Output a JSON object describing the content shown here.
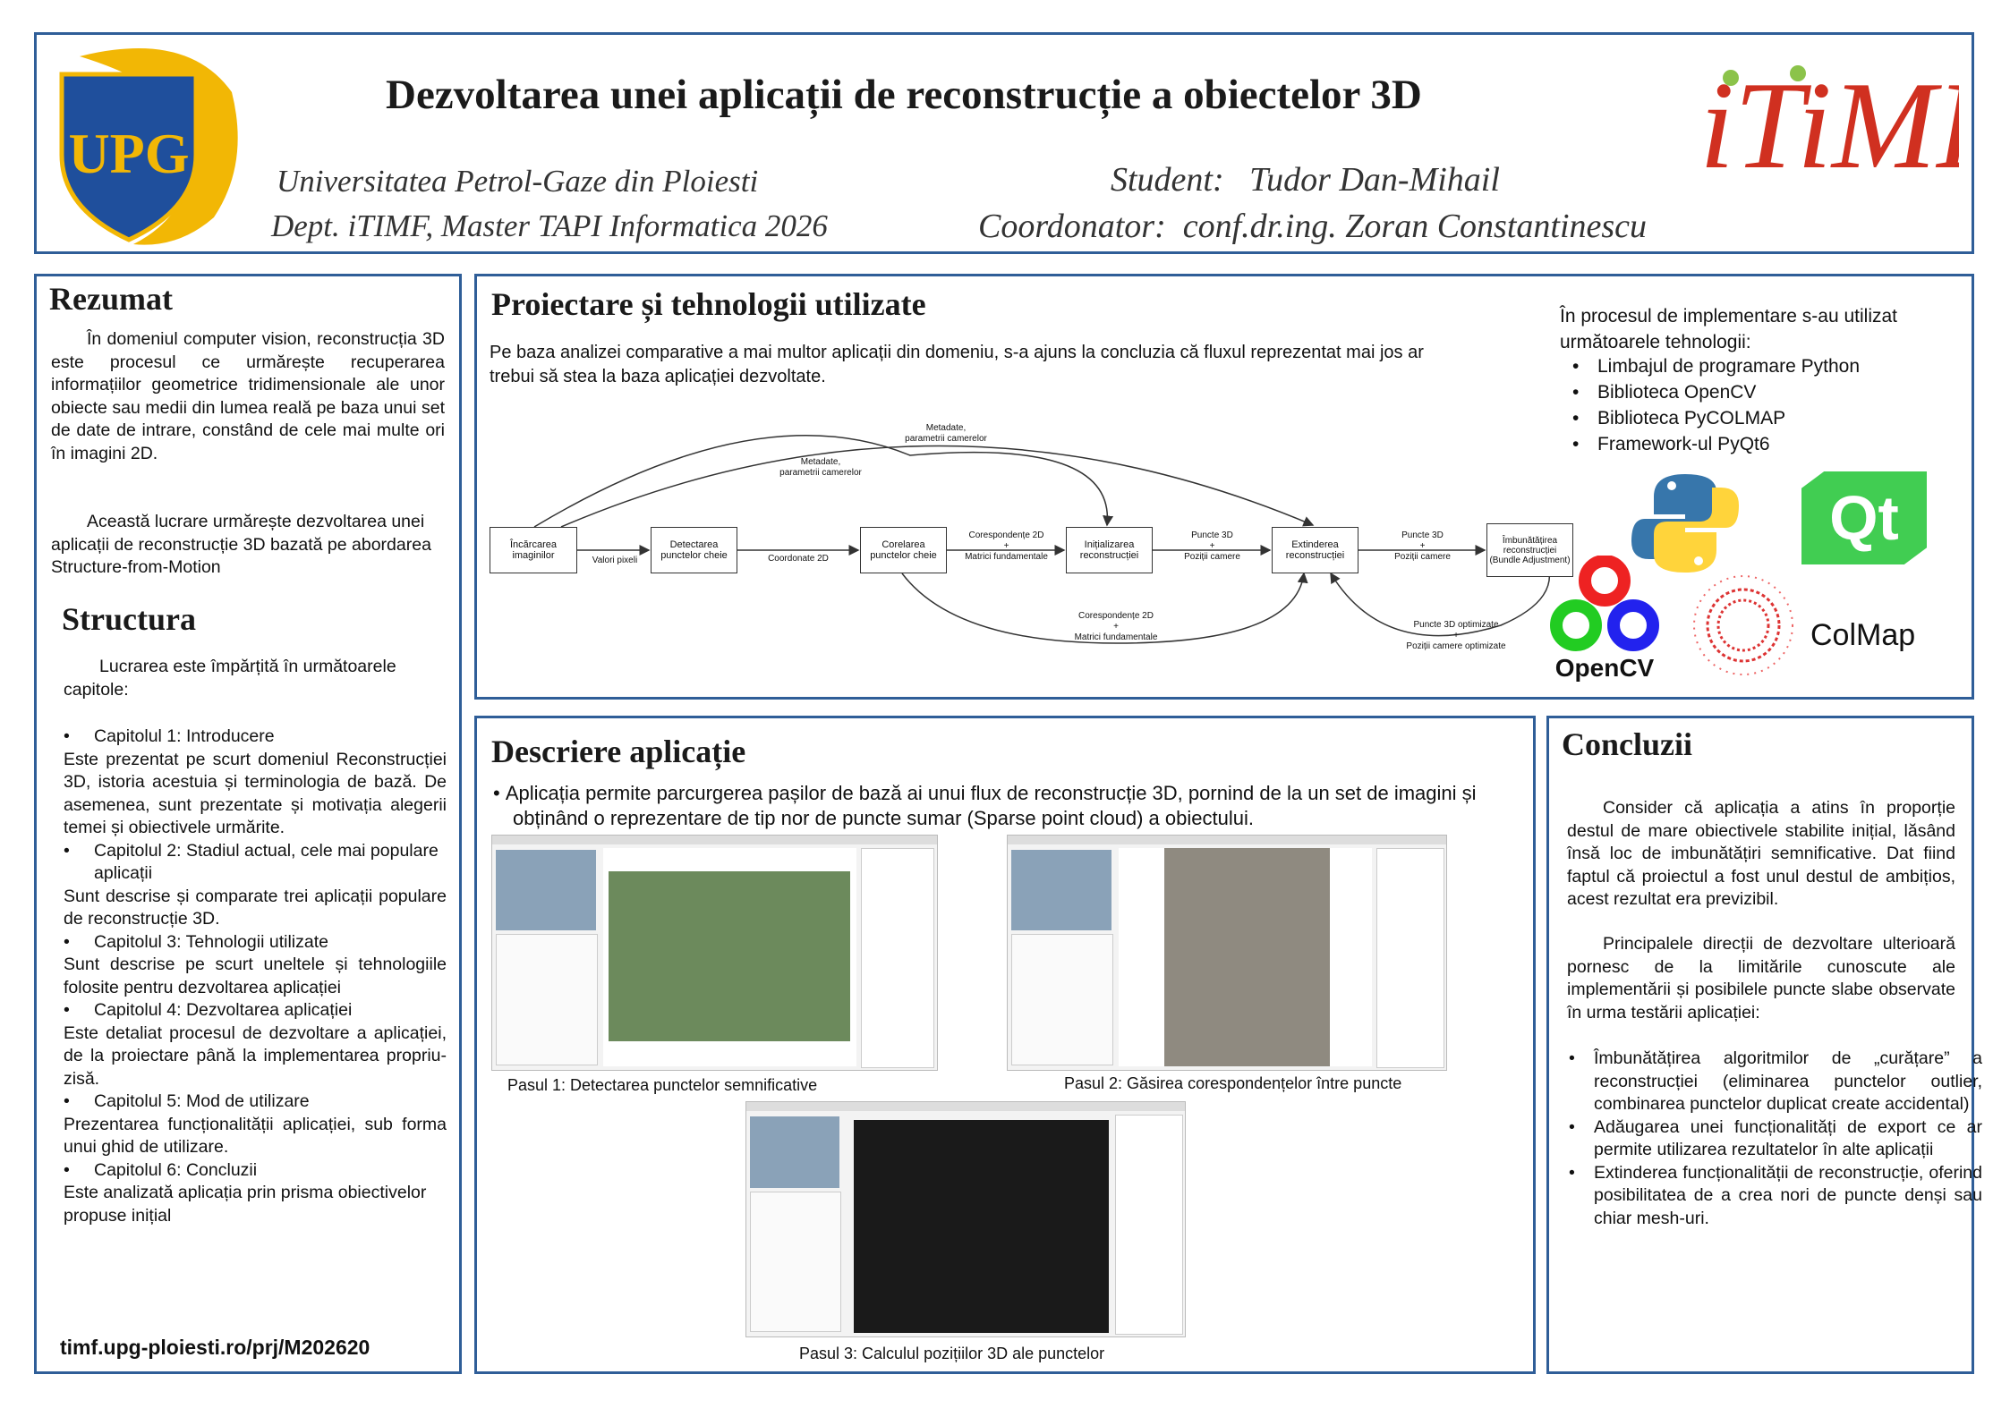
{
  "header": {
    "title": "Dezvoltarea unei aplicații de reconstrucție a obiectelor 3D",
    "university": "Universitatea Petrol-Gaze din Ploiesti",
    "department": "Dept. iTIMF, Master TAPI Informatica 2026",
    "student_label": "Student:",
    "student_name": "Tudor Dan-Mihail",
    "coord_label": "Coordonator:",
    "coord_name": "conf.dr.ing. Zoran Constantinescu",
    "logo_left_text": "UPG",
    "logo_right_text": "iTiMF"
  },
  "rezumat": {
    "title": "Rezumat",
    "p1": "În domeniul computer vision, reconstrucția 3D este procesul ce urmărește recuperarea informațiilor geometrice tridimensionale ale unor obiecte sau medii din lumea reală pe baza unui set de date de intrare, constând de cele mai multe ori în imagini 2D.",
    "p2": "Această lucrare urmărește dezvoltarea unei aplicații de reconstrucție 3D bazată pe abordarea Structure-from-Motion"
  },
  "structura": {
    "title": "Structura",
    "intro": "Lucrarea este împărțită în următoarele capitole:",
    "chapters": [
      {
        "name": "Capitolul 1: Introducere",
        "desc": "Este prezentat pe scurt domeniul Reconstrucției 3D, istoria acestuia și terminologia de bază. De asemenea, sunt prezentate și motivația alegerii temei și obiectivele urmărite."
      },
      {
        "name": "Capitolul 2: Stadiul actual, cele mai populare aplicații",
        "desc": "Sunt descrise și comparate trei aplicații populare de reconstrucție 3D."
      },
      {
        "name": "Capitolul 3: Tehnologii utilizate",
        "desc": "Sunt descrise pe scurt uneltele și tehnologiile folosite pentru dezvoltarea aplicației"
      },
      {
        "name": "Capitolul 4: Dezvoltarea aplicației",
        "desc": "Este detaliat procesul de dezvoltare a aplicației, de la proiectare până la implementarea propriu-zisă."
      },
      {
        "name": "Capitolul 5: Mod de utilizare",
        "desc": "Prezentarea funcționalității aplicației, sub forma unui ghid de utilizare."
      },
      {
        "name": "Capitolul 6: Concluzii",
        "desc": "Este analizată aplicația prin prisma obiectivelor propuse inițial"
      }
    ],
    "url": "timf.upg-ploiesti.ro/prj/M202620"
  },
  "proiectare": {
    "title": "Proiectare și tehnologii  utilizate",
    "intro": "Pe baza analizei comparative a mai multor aplicații din domeniu, s-a ajuns la concluzia că fluxul reprezentat mai jos ar trebui să stea la baza aplicației dezvoltate.",
    "tech_intro": "În procesul de implementare s-au utilizat următoarele tehnologii:",
    "tech_list": [
      "Limbajul de programare Python",
      "Biblioteca OpenCV",
      "Biblioteca PyCOLMAP",
      "Framework-ul PyQt6"
    ],
    "logos": {
      "qt": "Qt",
      "opencv": "OpenCV",
      "colmap": "ColMap"
    },
    "diagram": {
      "nodes": [
        "Încărcarea imaginilor",
        "Detectarea punctelor cheie",
        "Corelarea punctelor cheie",
        "Inițializarea reconstrucției",
        "Extinderea reconstrucției",
        "Îmbunătățirea reconstrucției (Bundle Adjustment)"
      ],
      "edge_labels": {
        "e1": "Valori pixeli",
        "e2": "Coordonate 2D",
        "e3a": "Corespondențe 2D",
        "e3b": "+",
        "e3c": "Matrici fundamentale",
        "e4a": "Puncte 3D",
        "e4b": "+",
        "e4c": "Poziții camere",
        "e5a": "Puncte 3D",
        "e5b": "+",
        "e5c": "Poziții camere",
        "top1a": "Metadate,",
        "top1b": "parametrii camerelor",
        "top2a": "Metadate,",
        "top2b": "parametrii camerelor",
        "bot1a": "Corespondențe 2D",
        "bot1b": "+",
        "bot1c": "Matrici fundamentale",
        "bot2a": "Puncte 3D optimizate",
        "bot2b": "+",
        "bot2c": "Poziții camere optimizate"
      }
    }
  },
  "descriere": {
    "title": "Descriere aplicație",
    "bullet": "Aplicația permite parcurgerea pașilor de bază ai unui flux de reconstrucție 3D, pornind de la un set de imagini și obținând o reprezentare de tip nor de puncte sumar (Sparse point cloud) a obiectului.",
    "captions": [
      "Pasul 1: Detectarea punctelor semnificative",
      "Pasul 2: Găsirea corespondențelor între puncte",
      "Pasul 3: Calculul pozițiilor 3D ale punctelor"
    ]
  },
  "concluzii": {
    "title": "Concluzii",
    "p1": "Consider că aplicația a atins în proporție destul de mare obiectivele stabilite inițial, lăsând însă loc de imbunătățiri semnificative. Dat fiind faptul că proiectul a fost unul destul de ambițios, acest rezultat era previzibil.",
    "p2": "Principalele direcții de dezvoltare ulterioară pornesc de la limitările cunoscute ale implementării și posibilele puncte slabe observate în urma testării aplicației:",
    "bullets": [
      "Îmbunătățirea algoritmilor de „curățare” a reconstrucției (eliminarea punctelor outlier, combinarea punctelor duplicat create accidental)",
      "Adăugarea unei funcționalități de export ce ar permite utilizarea rezultatelor în alte aplicații",
      "Extinderea funcționalității de reconstrucție, oferind posibilitatea de a crea nori de puncte denși sau chiar mesh-uri."
    ]
  },
  "colors": {
    "border": "#2f5e98",
    "logo_blue": "#1f4f9c",
    "logo_gold": "#f2b705",
    "qt_green": "#41cd52",
    "python_blue": "#3776ab",
    "python_yellow": "#ffd43b"
  }
}
